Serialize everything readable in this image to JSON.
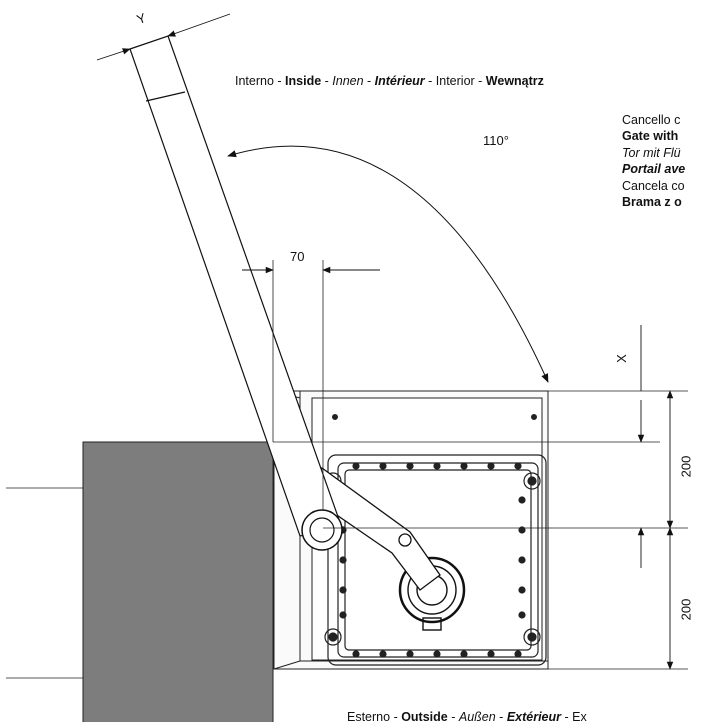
{
  "labels": {
    "inside": [
      {
        "text": "Interno",
        "style": "n"
      },
      {
        "text": " - ",
        "style": "n"
      },
      {
        "text": "Inside",
        "style": "b"
      },
      {
        "text": " - ",
        "style": "n"
      },
      {
        "text": "Innen",
        "style": "i"
      },
      {
        "text": " - ",
        "style": "n"
      },
      {
        "text": "Intérieur",
        "style": "bi"
      },
      {
        "text": " - ",
        "style": "n"
      },
      {
        "text": "Interior",
        "style": "n"
      },
      {
        "text": " - ",
        "style": "n"
      },
      {
        "text": "Wewnątrz",
        "style": "b"
      }
    ],
    "outside": [
      {
        "text": "Esterno",
        "style": "n"
      },
      {
        "text": " - ",
        "style": "n"
      },
      {
        "text": "Outside",
        "style": "b"
      },
      {
        "text": " - ",
        "style": "n"
      },
      {
        "text": "Außen",
        "style": "i"
      },
      {
        "text": " - ",
        "style": "n"
      },
      {
        "text": "Extérieur",
        "style": "bi"
      },
      {
        "text": " - Ex",
        "style": "n"
      }
    ],
    "gate_lines": [
      {
        "text": "Cancello c",
        "style": "n"
      },
      {
        "text": "Gate with",
        "style": "b"
      },
      {
        "text": "Tor mit Flü",
        "style": "i"
      },
      {
        "text": "Portail ave",
        "style": "bi"
      },
      {
        "text": "Cancela co",
        "style": "n"
      },
      {
        "text": "Brama z o",
        "style": "b"
      }
    ]
  },
  "dimensions": {
    "angle": "110°",
    "offset": "70",
    "arm_width": "Y",
    "depth": "X",
    "upper": "200",
    "lower": "200"
  }
}
